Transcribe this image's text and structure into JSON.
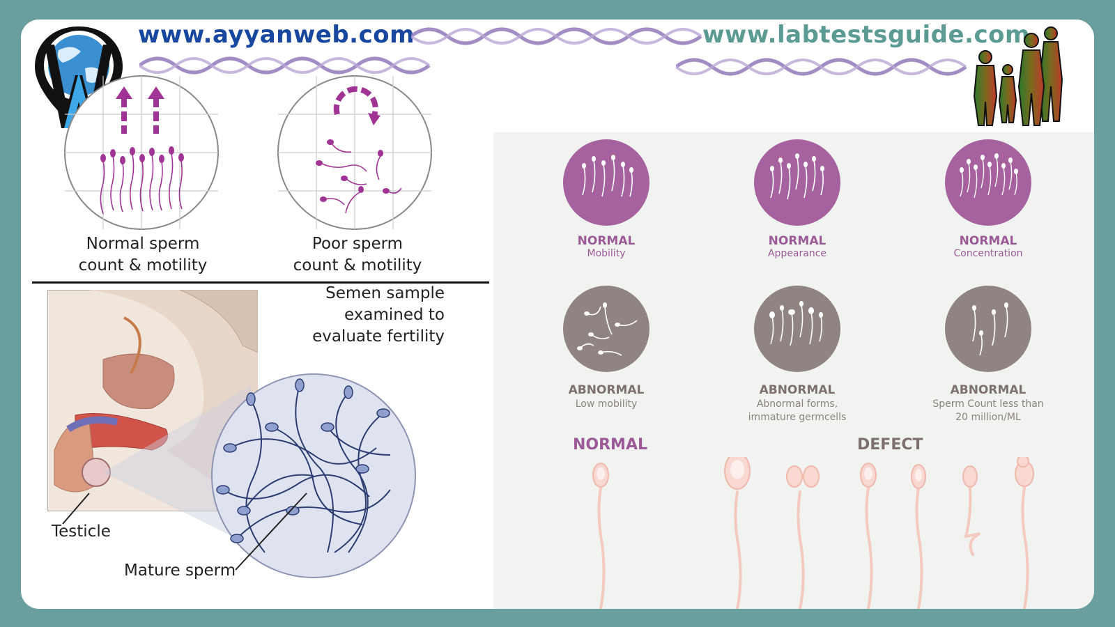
{
  "header": {
    "left_url": "www.ayyanweb.com",
    "right_url": "www.labtestsguide.com"
  },
  "logo": {
    "letters": "AW",
    "icon": "globe-icon"
  },
  "left": {
    "normal_caption_line1": "Normal sperm",
    "normal_caption_line2": "count & motility",
    "poor_caption_line1": "Poor sperm",
    "poor_caption_line2": "count & motility",
    "semen_line1": "Semen sample",
    "semen_line2": "examined to",
    "semen_line3": "evaluate fertility",
    "testicle_label": "Testicle",
    "mature_label": "Mature sperm"
  },
  "panel": {
    "cards": [
      {
        "title": "NORMAL",
        "sub1": "Mobility",
        "sub2": ""
      },
      {
        "title": "NORMAL",
        "sub1": "Appearance",
        "sub2": ""
      },
      {
        "title": "NORMAL",
        "sub1": "Concentration",
        "sub2": ""
      },
      {
        "title": "ABNORMAL",
        "sub1": "Low mobility",
        "sub2": ""
      },
      {
        "title": "ABNORMAL",
        "sub1": "Abnormal forms,",
        "sub2": "immature germcells"
      },
      {
        "title": "ABNORMAL",
        "sub1": "Sperm Count less than",
        "sub2": "20 million/ML"
      }
    ],
    "normal_section": "NORMAL",
    "defect_section": "DEFECT"
  },
  "colors": {
    "background": "#6b9e9e",
    "purple": "#9b5a97",
    "grey": "#7d716f",
    "left_url": "#17479e",
    "right_url": "#5b9b94"
  }
}
